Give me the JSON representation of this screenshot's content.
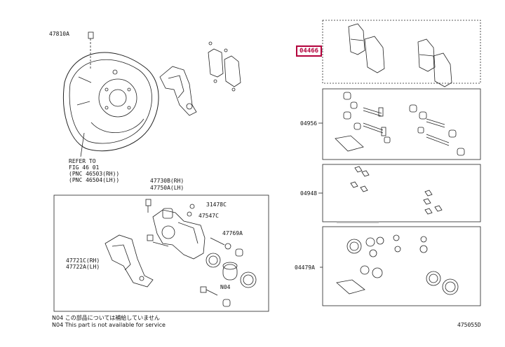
{
  "labels": {
    "p47810A": "47810A",
    "refer": [
      "REFER TO",
      "FIG 46 01",
      "(PNC 46503(RH))",
      "(PNC 46504(LH))"
    ],
    "p47730B": "47730B(RH)",
    "p47750A": "47750A(LH)",
    "p31478C": "31478C",
    "p47547C": "47547C",
    "p47769A": "47769A",
    "p47721C": "47721C(RH)",
    "p47722A": "47722A(LH)",
    "n04": "N04",
    "p04466": "04466",
    "p04956": "04956",
    "p04948": "04948",
    "p04479A": "04479A"
  },
  "notes": {
    "line1": "N04  この部品については補給していません",
    "line2": "N04  This part is not available for service"
  },
  "figure_id": "475055D",
  "colors": {
    "highlight": "#b3003b"
  }
}
